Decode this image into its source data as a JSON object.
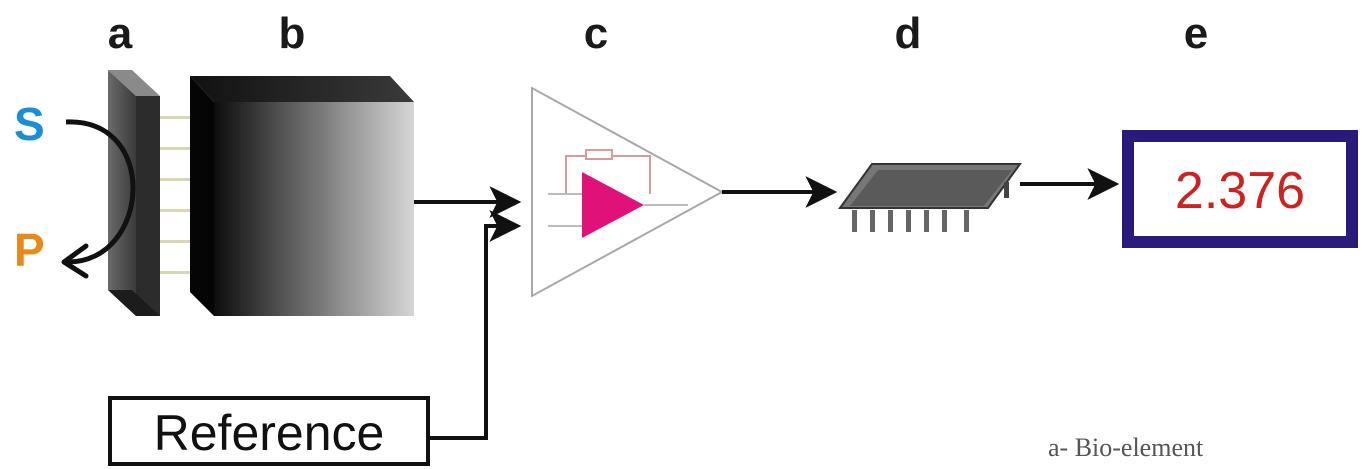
{
  "stages": {
    "a": "a",
    "b": "b",
    "c": "c",
    "d": "d",
    "e": "e"
  },
  "substrate": "S",
  "product": "P",
  "reference": "Reference",
  "display_value": "2.376",
  "caption": "a- Bio-element",
  "colors": {
    "substrate": "#1a8fd8",
    "product": "#e88a1a",
    "amplifier_fill": "#e0127a",
    "display_border": "#2a1a7a",
    "display_text": "#cc2222"
  },
  "icons": {
    "bio_element": "bio-element-plate-icon",
    "transducer": "transducer-block-icon",
    "amplifier": "amplifier-triangle-icon",
    "processor": "microchip-icon",
    "display": "digital-display-icon"
  }
}
